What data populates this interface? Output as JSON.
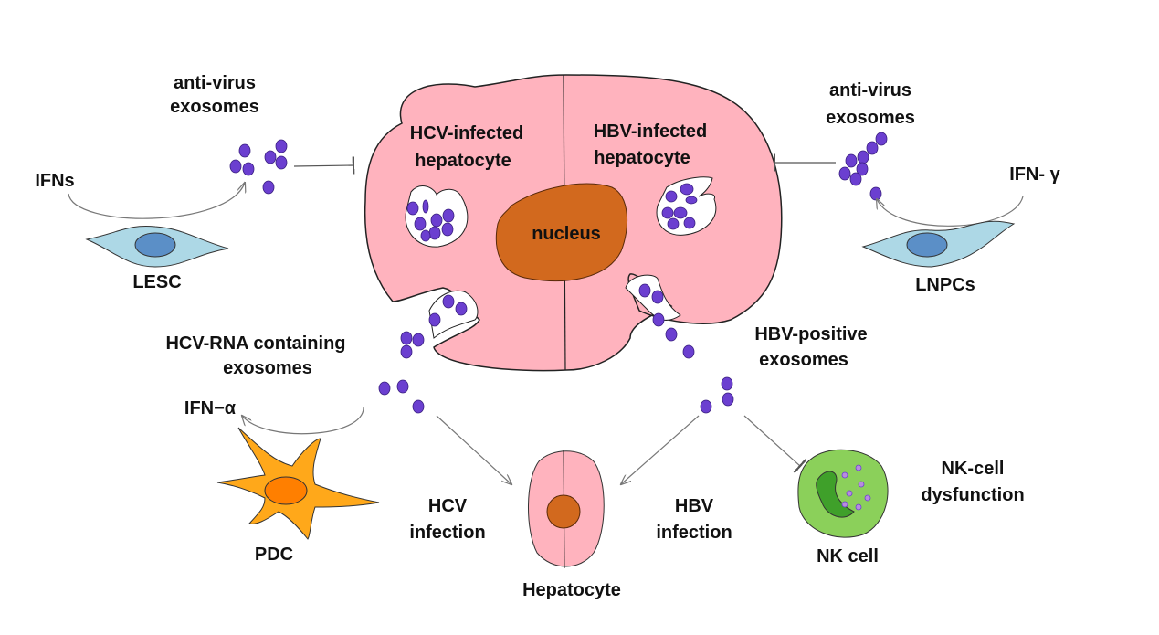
{
  "labels": {
    "left_exo_1": "anti-virus",
    "left_exo_2": "exosomes",
    "ifns": "IFNs",
    "lesc": "LESC",
    "right_exo_1": "anti-virus",
    "right_exo_2": "exosomes",
    "ifn_gamma": "IFN- γ",
    "lnpcs": "LNPCs",
    "hcv_cell_1": "HCV-infected",
    "hcv_cell_2": "hepatocyte",
    "hbv_cell_1": "HBV-infected",
    "hbv_cell_2": "hepatocyte",
    "nucleus": "nucleus",
    "hcv_rna_1": "HCV-RNA containing",
    "hcv_rna_2": "exosomes",
    "hbv_pos_1": "HBV-positive",
    "hbv_pos_2": "exosomes",
    "ifn_alpha": "IFN−α",
    "hcv_inf_1": "HCV",
    "hcv_inf_2": "infection",
    "hbv_inf_1": "HBV",
    "hbv_inf_2": "infection",
    "nk_dys_1": "NK-cell",
    "nk_dys_2": "dysfunction",
    "nk_cell": "NK cell",
    "pdc": "PDC",
    "hepatocyte": "Hepatocyte"
  },
  "colors": {
    "hepatocyte": "#FFB3BE",
    "nucleus": "#D2691E",
    "exosome": "#6B3FD0",
    "stem_cell": "#ADD8E6",
    "pdc": "#FFA500",
    "nk": "#8BD05A"
  }
}
